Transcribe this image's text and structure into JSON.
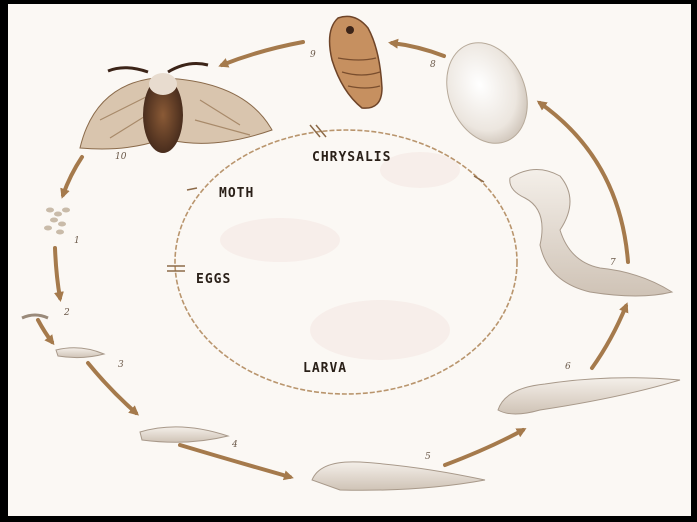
{
  "diagram": {
    "stage_labels": {
      "chrysalis": "CHRYSALIS",
      "moth": "MOTH",
      "eggs": "EGGS",
      "larva": "LARVA"
    },
    "figure_numbers": {
      "n9": "9",
      "n8": "8",
      "n10": "10",
      "n1": "1",
      "n2": "2",
      "n3": "3",
      "n4": "4",
      "n5": "5",
      "n6": "6",
      "n7": "7"
    },
    "colors": {
      "arrow": "#a57a4c",
      "circle": "#b9956d",
      "paper": "#fbf8f4",
      "frame": "#000000"
    }
  }
}
